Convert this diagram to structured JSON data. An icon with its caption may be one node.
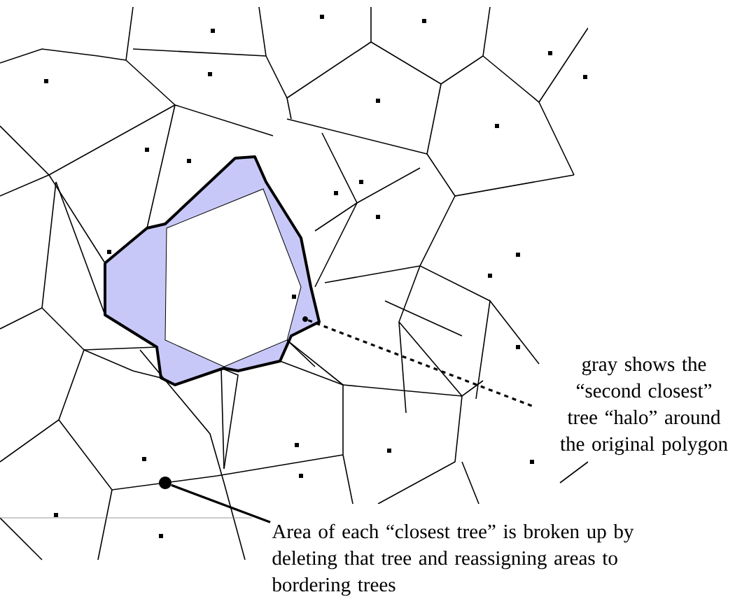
{
  "diagram": {
    "nodes": [
      {
        "text": [
          "gray shows the “second closest” tree “halo” around the original polygon"
        ]
      },
      {
        "text": [
          "Area of each “closest tree” is broken up by deleting that tree and reassigning areas to bordering trees"
        ]
      },
      {
        "text": [],
        "shape": "circle"
      },
      {
        "text": [],
        "shape": "circle"
      }
    ],
    "edges": [
      {
        "from": 0,
        "to": 2,
        "arrow": "none",
        "style": "dashed"
      },
      {
        "from": 1,
        "to": 3,
        "arrow": "none"
      }
    ]
  }
}
